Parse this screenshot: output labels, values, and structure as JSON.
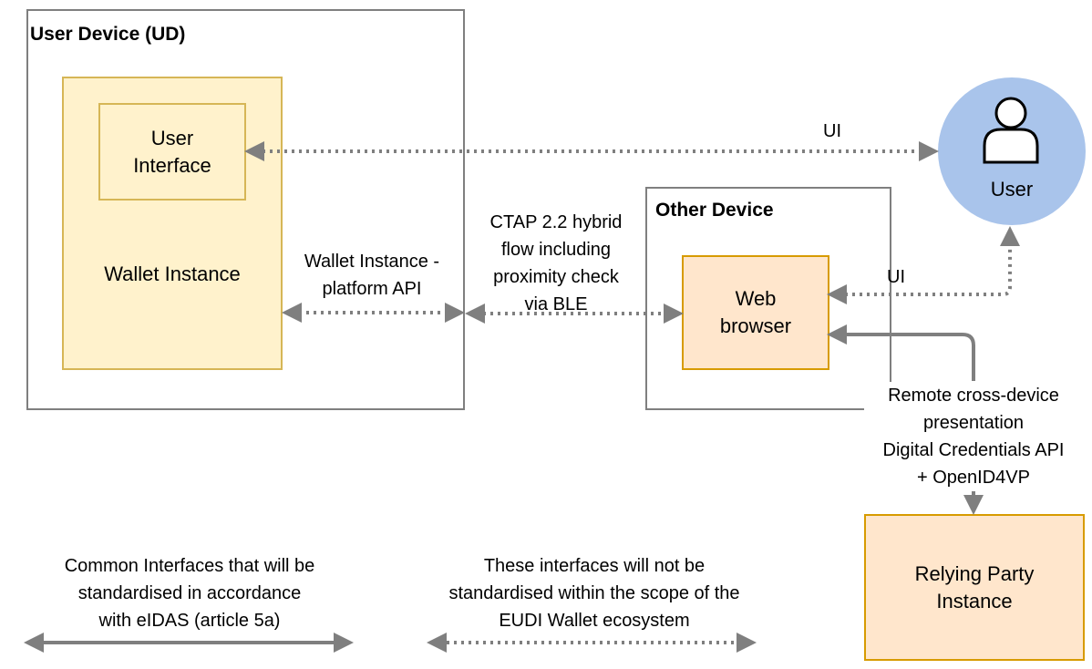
{
  "user_device": {
    "title": "User Device (UD)"
  },
  "wallet": {
    "label": "Wallet Instance"
  },
  "ui_box": {
    "label": "User\nInterface"
  },
  "other_device": {
    "title": "Other Device"
  },
  "web_browser": {
    "label": "Web\nbrowser"
  },
  "user": {
    "label": "User"
  },
  "relying_party": {
    "label": "Relying Party\nInstance"
  },
  "edges": {
    "ui_top": "UI",
    "ui_right": "UI",
    "platform_api": "Wallet Instance -\nplatform API",
    "ctap": "CTAP 2.2 hybrid\nflow including\nproximity check\nvia BLE",
    "remote": "Remote cross-device\npresentation\nDigital Credentials API\n+ OpenID4VP"
  },
  "legend": {
    "solid": "Common Interfaces that will be\nstandardised in accordance\nwith eIDAS (article 5a)",
    "dotted": "These interfaces will not be\nstandardised within the scope of the\nEUDI Wallet ecosystem"
  },
  "colors": {
    "wallet_fill": "#fff2cc",
    "wallet_stroke": "#d6b656",
    "orange_fill": "#ffe6cc",
    "orange_stroke": "#d79b00",
    "user_fill": "#a9c4eb",
    "arrow": "#7f7f7f"
  }
}
